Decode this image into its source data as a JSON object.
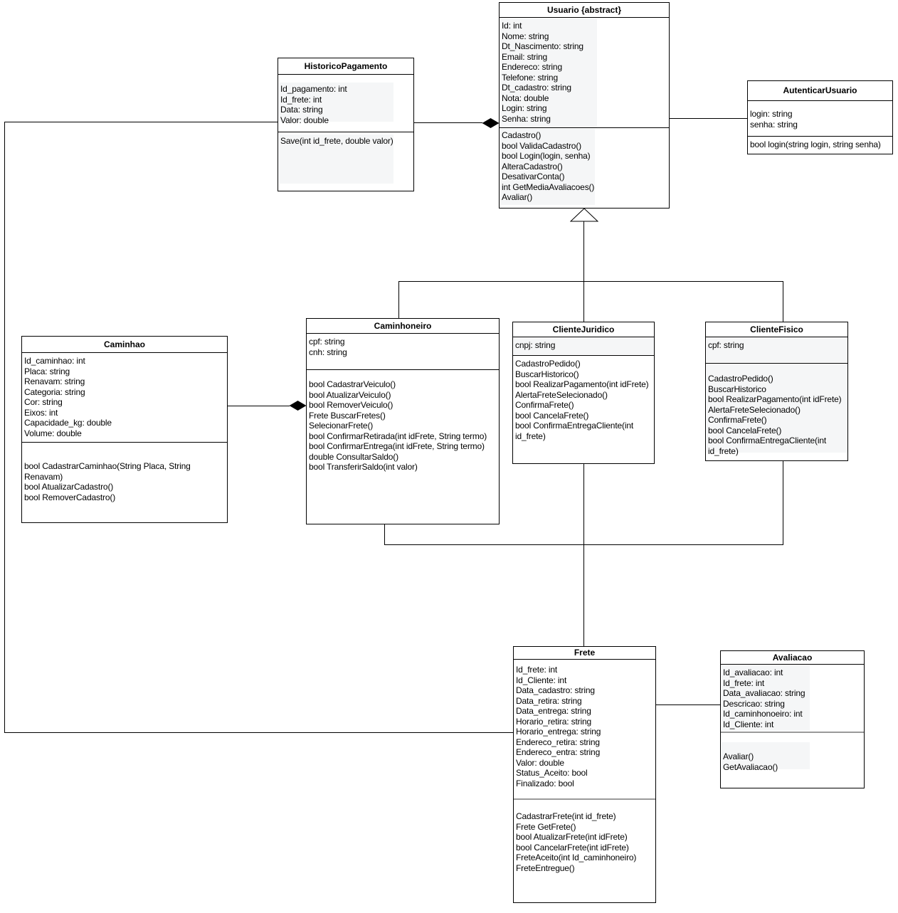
{
  "canvas": {
    "background_color": "#ffffff",
    "stroke_color": "#000000",
    "shade_color": "#f5f6f7"
  },
  "classes": {
    "usuario": {
      "title": "Usuario {abstract}",
      "attributes": [
        "Id: int",
        "Nome: string",
        "Dt_Nascimento: string",
        "Email: string",
        "Endereco: string",
        "Telefone: string",
        "Dt_cadastro: string",
        "Nota: double",
        "Login: string",
        "Senha: string"
      ],
      "methods": [
        "Cadastro()",
        "bool ValidaCadastro()",
        "bool Login(login, senha)",
        "AlteraCadastro()",
        "DesativarConta()",
        "int GetMediaAvaliacoes()",
        "Avaliar()"
      ]
    },
    "historico_pagamento": {
      "title": "HistoricoPagamento",
      "attributes": [
        "Id_pagamento: int",
        "Id_frete: int",
        "Data: string",
        "Valor: double"
      ],
      "methods": [
        "Save(int id_frete, double valor)"
      ]
    },
    "autenticar_usuario": {
      "title": "AutenticarUsuario",
      "attributes": [
        "login: string",
        "senha: string"
      ],
      "methods": [
        "bool login(string login, string senha)"
      ]
    },
    "caminhao": {
      "title": "Caminhao",
      "attributes": [
        "Id_caminhao: int",
        "Placa: string",
        "Renavam: string",
        "Categoria: string",
        "Cor: string",
        "Eixos: int",
        "Capacidade_kg: double",
        "Volume: double"
      ],
      "methods": [
        "bool CadastrarCaminhao(String Placa, String Renavam)",
        "bool AtualizarCadastro()",
        "bool RemoverCadastro()"
      ]
    },
    "caminhoneiro": {
      "title": "Caminhoneiro",
      "attributes": [
        "cpf: string",
        "cnh: string"
      ],
      "methods": [
        "bool CadastrarVeiculo()",
        "bool AtualizarVeiculo()",
        "bool RemoverVeiculo()",
        "Frete BuscarFretes()",
        "SelecionarFrete()",
        "bool ConfirmarRetirada(int idFrete, String termo)",
        "bool ConfirmarEntrega(int idFrete, String termo)",
        "double ConsultarSaldo()",
        "bool TransferirSaldo(int valor)"
      ]
    },
    "cliente_juridico": {
      "title": "ClienteJuridico",
      "attributes": [
        "cnpj: string"
      ],
      "methods": [
        "CadastroPedido()",
        "BuscarHistorico()",
        "bool RealizarPagamento(int idFrete)",
        "AlertaFreteSelecionado()",
        "ConfirmaFrete()",
        "bool CancelaFrete()",
        "bool ConfirmaEntregaCliente(int id_frete)"
      ]
    },
    "cliente_fisico": {
      "title": "ClienteFisico",
      "attributes": [
        "cpf: string"
      ],
      "methods": [
        "CadastroPedido()",
        "BuscarHistorico",
        "bool RealizarPagamento(int idFrete)",
        "AlertaFreteSelecionado()",
        "ConfirmaFrete()",
        "bool CancelaFrete()",
        "bool ConfirmaEntregaCliente(int id_frete)"
      ]
    },
    "frete": {
      "title": "Frete",
      "attributes": [
        "Id_frete: int",
        "Id_Cliente: int",
        "Data_cadastro: string",
        "Data_retira: string",
        "Data_entrega: string",
        "Horario_retira: string",
        "Horario_entrega: string",
        "Endereco_retira: string",
        "Endereco_entra: string",
        "Valor: double",
        "Status_Aceito: bool",
        "Finalizado: bool"
      ],
      "methods": [
        "CadastrarFrete(int id_frete)",
        "Frete GetFrete()",
        "bool AtualizarFrete(int idFrete)",
        "bool CancelarFrete(int idFrete)",
        "FreteAceito(int Id_caminhoneiro)",
        "FreteEntregue()"
      ]
    },
    "avaliacao": {
      "title": "Avaliacao",
      "attributes": [
        "Id_avaliacao: int",
        "Id_frete: int",
        "Data_avaliacao: string",
        "Descricao: string",
        "Id_caminhonoeiro: int",
        "Id_Cliente: int"
      ],
      "methods": [
        "Avaliar()",
        "GetAvaliacao()"
      ]
    }
  },
  "relationships": [
    {
      "from": "HistoricoPagamento",
      "to": "Usuario",
      "type": "composition"
    },
    {
      "from": "Usuario",
      "to": "AutenticarUsuario",
      "type": "association"
    },
    {
      "from": "HistoricoPagamento",
      "to": "Frete",
      "type": "association"
    },
    {
      "from": "Caminhoneiro",
      "to": "Usuario",
      "type": "generalization"
    },
    {
      "from": "ClienteJuridico",
      "to": "Usuario",
      "type": "generalization"
    },
    {
      "from": "ClienteFisico",
      "to": "Usuario",
      "type": "generalization"
    },
    {
      "from": "Caminhao",
      "to": "Caminhoneiro",
      "type": "composition"
    },
    {
      "from": "Caminhoneiro",
      "to": "Frete",
      "type": "association"
    },
    {
      "from": "ClienteJuridico",
      "to": "Frete",
      "type": "association"
    },
    {
      "from": "ClienteFisico",
      "to": "Frete",
      "type": "association"
    },
    {
      "from": "Frete",
      "to": "Avaliacao",
      "type": "association"
    }
  ]
}
